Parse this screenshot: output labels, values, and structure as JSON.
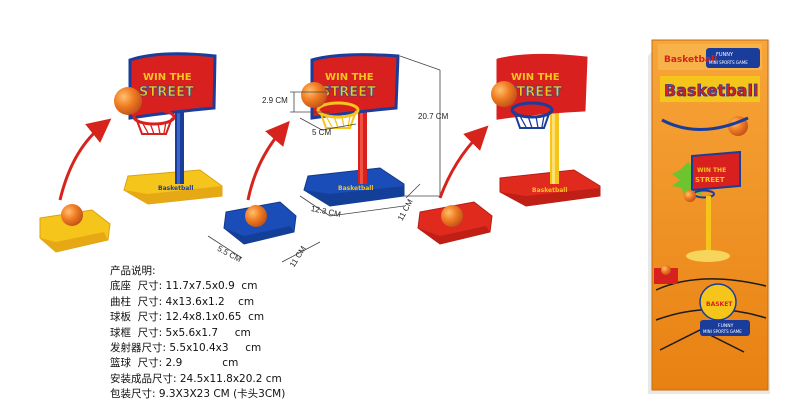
{
  "backboard_text": "WIN THE STREET",
  "box": {
    "brand_top": "Basketball",
    "badge_1": "FUNNY",
    "badge_2": "MINI SPORTS GAME",
    "title_big": "Basketball",
    "bottom_logo": "BASKET",
    "bottom_badge_1": "FUNNY",
    "bottom_badge_2": "MINI SPORTS GAME"
  },
  "dimensions": {
    "rim_height": "2.9 CM",
    "rim_width": "5 CM",
    "total_height": "20.7 CM",
    "base_length": "12.3 CM",
    "base_depth": "11 CM",
    "launcher_width": "5.5 CM",
    "launcher_length": "11 CM"
  },
  "spec": {
    "title": "产品说明:",
    "lines": [
      "底座  尺寸: 11.7x7.5x0.9  cm",
      "曲柱  尺寸: 4x13.6x1.2    cm",
      "球板  尺寸: 12.4x8.1x0.65  cm",
      "球框  尺寸: 5x5.6x1.7     cm",
      "发射器尺寸: 5.5x10.4x3     cm",
      "篮球  尺寸: 2.9            cm",
      "安装成品尺寸: 24.5x11.8x20.2 cm",
      "包装尺寸: 9.3X3X23 CM (卡头3CM)"
    ]
  },
  "colors": {
    "sets": [
      "yellow-blue",
      "blue-yellow",
      "red-yellow"
    ],
    "backboard_red": "#d8201e",
    "backboard_blue": "#1a3d9c",
    "box_orange": "#f29318",
    "ball_orange": "#f07d22",
    "arrow_red": "#d6231c"
  }
}
